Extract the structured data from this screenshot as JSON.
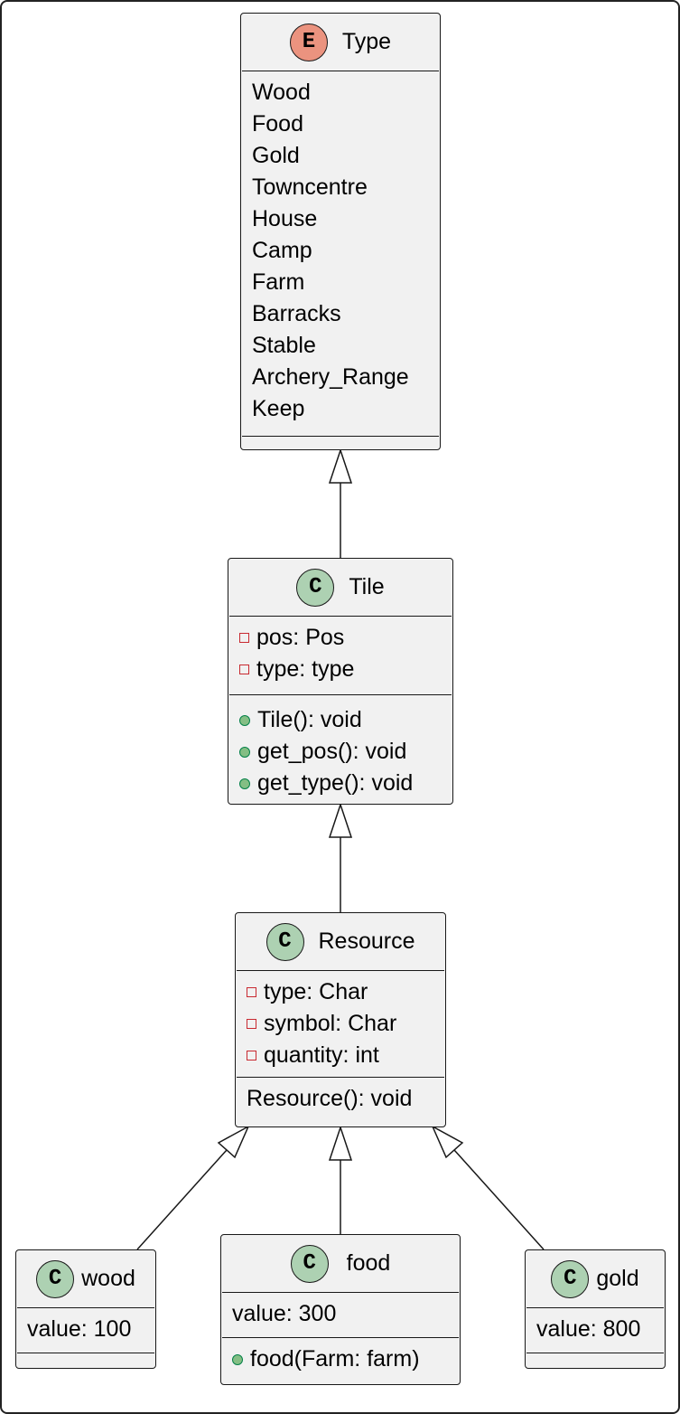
{
  "diagram": {
    "type_enum": {
      "badge": "E",
      "name": "Type",
      "values": [
        "Wood",
        "Food",
        "Gold",
        "Towncentre",
        "House",
        "Camp",
        "Farm",
        "Barracks",
        "Stable",
        "Archery_Range",
        "Keep"
      ]
    },
    "tile": {
      "badge": "C",
      "name": "Tile",
      "fields": [
        "pos: Pos",
        "type: type"
      ],
      "methods": [
        "Tile(): void",
        "get_pos(): void",
        "get_type(): void"
      ]
    },
    "resource": {
      "badge": "C",
      "name": "Resource",
      "fields": [
        "type: Char",
        "symbol: Char",
        "quantity: int"
      ],
      "methods": [
        "Resource(): void"
      ]
    },
    "wood": {
      "badge": "C",
      "name": "wood",
      "fields": [
        "value: 100"
      ]
    },
    "food": {
      "badge": "C",
      "name": "food",
      "fields": [
        "value: 300"
      ],
      "methods": [
        "food(Farm: farm)"
      ]
    },
    "gold": {
      "badge": "C",
      "name": "gold",
      "fields": [
        "value: 800"
      ]
    }
  },
  "colors": {
    "box_fill": "#f1f1f1",
    "enum_badge": "#eb937f",
    "class_badge": "#add1b2",
    "private_marker": "#c82930",
    "public_marker": "#84be84"
  }
}
